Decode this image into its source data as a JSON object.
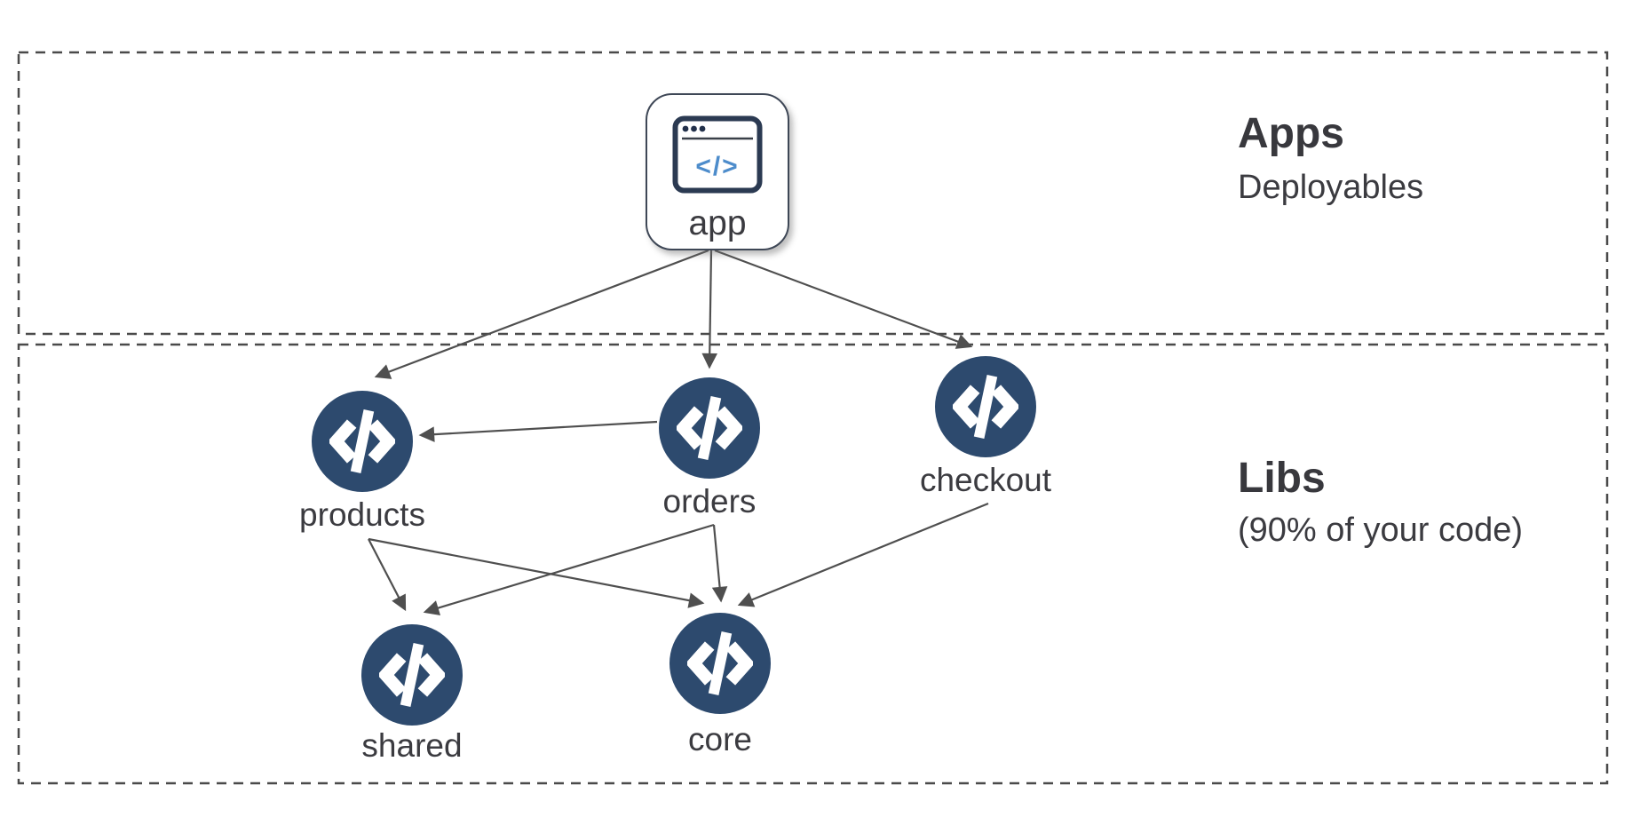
{
  "sections": [
    {
      "id": "apps",
      "title": "Apps",
      "subtitle": "Deployables"
    },
    {
      "id": "libs",
      "title": "Libs",
      "subtitle": "(90% of your code)"
    }
  ],
  "nodes": [
    {
      "id": "app",
      "label": "app",
      "kind": "application",
      "icon": "browser-code-icon"
    },
    {
      "id": "products",
      "label": "products",
      "kind": "library",
      "icon": "code-brackets-icon"
    },
    {
      "id": "orders",
      "label": "orders",
      "kind": "library",
      "icon": "code-brackets-icon"
    },
    {
      "id": "checkout",
      "label": "checkout",
      "kind": "library",
      "icon": "code-brackets-icon"
    },
    {
      "id": "shared",
      "label": "shared",
      "kind": "library",
      "icon": "code-brackets-icon"
    },
    {
      "id": "core",
      "label": "core",
      "kind": "library",
      "icon": "code-brackets-icon"
    }
  ],
  "edges": [
    {
      "from": "app",
      "to": "products"
    },
    {
      "from": "app",
      "to": "orders"
    },
    {
      "from": "app",
      "to": "checkout"
    },
    {
      "from": "orders",
      "to": "products"
    },
    {
      "from": "products",
      "to": "shared"
    },
    {
      "from": "products",
      "to": "core"
    },
    {
      "from": "orders",
      "to": "shared"
    },
    {
      "from": "orders",
      "to": "core"
    },
    {
      "from": "checkout",
      "to": "core"
    }
  ],
  "colors": {
    "background": "#ffffff",
    "lib_node_fill": "#2d4a6e",
    "node_glyph": "#ffffff",
    "app_icon_outline": "#2b3a52",
    "app_icon_code_blue": "#4d8ccb",
    "edge_gray": "#4f4f4f",
    "section_border_gray": "#4a4a4a",
    "text_gray": "#3b3b40"
  }
}
